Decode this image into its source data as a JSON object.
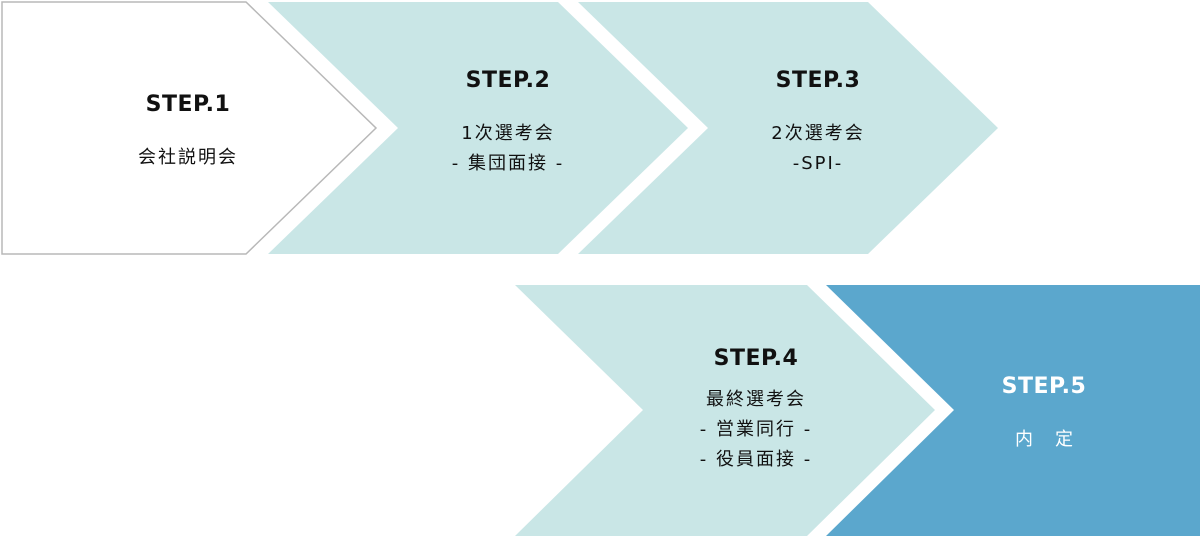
{
  "colors": {
    "step1_fill": "#ffffff",
    "step1_stroke": "#b8b8b8",
    "light_step_fill": "#c9e6e6",
    "final_step_fill": "#5ba7cd",
    "text": "#111111",
    "final_text": "#ffffff"
  },
  "steps": [
    {
      "title": "STEP.1",
      "lines": [
        "会社説明会"
      ]
    },
    {
      "title": "STEP.2",
      "lines": [
        "1次選考会",
        "- 集団面接 -"
      ]
    },
    {
      "title": "STEP.3",
      "lines": [
        "2次選考会",
        "-SPI-"
      ]
    },
    {
      "title": "STEP.4",
      "lines": [
        "最終選考会",
        "- 営業同行 -",
        "- 役員面接 -"
      ]
    },
    {
      "title": "STEP.5",
      "lines": [
        "内定"
      ]
    }
  ]
}
